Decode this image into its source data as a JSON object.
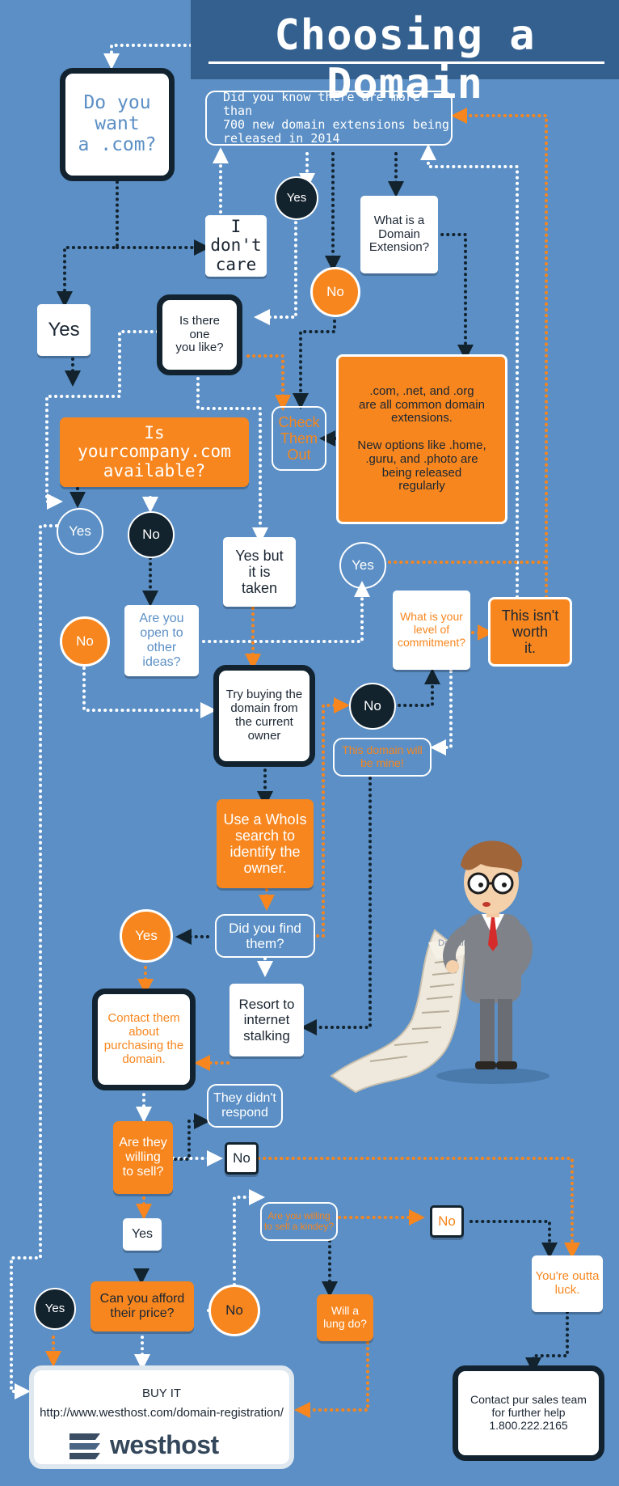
{
  "title": "Choosing a Domain",
  "nodes": {
    "do_you_want_com": "Do you\nwant\na .com?",
    "did_you_know": "Did you know there are more than\n700 new domain extensions being\nreleased in 2014",
    "yes_top": "Yes",
    "what_is_extension": "What is a\nDomain\nExtension?",
    "i_dont_care": "I\ndon't\ncare",
    "no_top": "No",
    "yes_left": "Yes",
    "is_there_one": "Is there\none\nyou like?",
    "extension_info": ".com, .net, and .org\nare all common domain\nextensions.\n\nNew options like .home,\n.guru, and .photo are\nbeing released\nregularly",
    "check_them_out": "Check\nThem\nOut",
    "is_available": "Is\nyourcompany.com\navailable?",
    "yes_avail": "Yes",
    "no_avail": "No",
    "yes_but_taken": "Yes but\nit is\ntaken",
    "yes_mid": "Yes",
    "commitment": "What is your\nlevel of\ncommitment?",
    "not_worth": "This isn't\nworth\nit.",
    "no_open": "No",
    "open_to_ideas": "Are you\nopen to\nother\nideas?",
    "try_buying": "Try buying the\ndomain from\nthe current\nowner",
    "no_commit": "No",
    "domain_mine": "This domain will\nbe mine!",
    "whois": "Use a WhoIs\nsearch to\nidentify the\nowner.",
    "yes_found": "Yes",
    "did_you_find": "Did you find\nthem?",
    "resort_stalking": "Resort to\ninternet\nstalking",
    "contact_them": "Contact them\nabout\npurchasing the\ndomain.",
    "didnt_respond": "They didn't\nrespond",
    "willing_to_sell": "Are they\nwilling\nto sell?",
    "no_sell": "No",
    "yes_sell": "Yes",
    "sell_kidney": "Are you willing\nto sell a kindey?",
    "no_kidney": "No",
    "outta_luck": "You're outta\nluck.",
    "afford_price": "Can you afford\ntheir price?",
    "yes_afford": "Yes",
    "no_afford": "No",
    "lung": "Will a\nlung do?",
    "contact_sales": "Contact pur sales team\nfor further help\n1.800.222.2165"
  },
  "buy": {
    "label": "BUY IT",
    "url": "http://www.westhost.com/domain-registration/",
    "brand": "westhost"
  },
  "illustration": {
    "paper_label": "Domains"
  },
  "colors": {
    "background": "#5b8fc5",
    "banner": "#34608f",
    "orange": "#f7861e",
    "dark": "#13232e",
    "white": "#ffffff"
  }
}
